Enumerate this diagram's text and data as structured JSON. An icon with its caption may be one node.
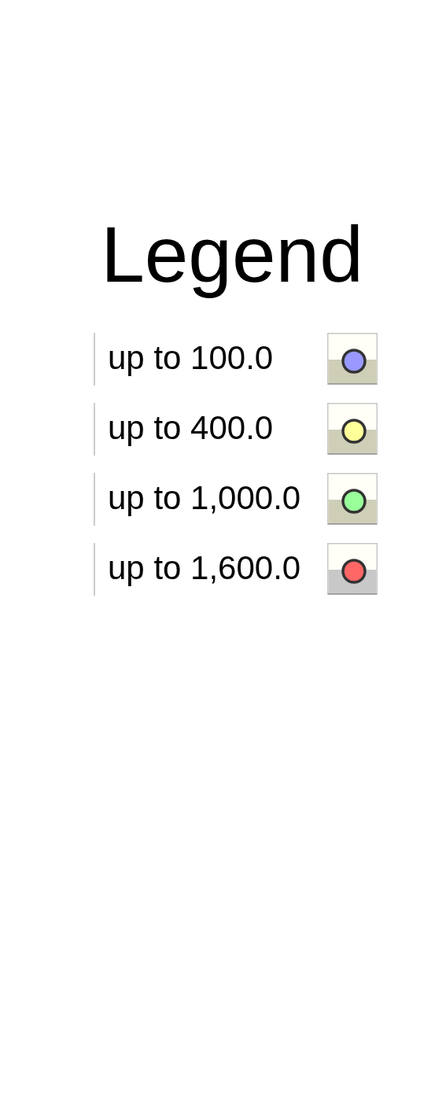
{
  "diagram": {
    "title": "Legend",
    "legend": [
      {
        "text": "up to 100.0",
        "color": "#9999ff"
      },
      {
        "text": "up to 400.0",
        "color": "#ffff99"
      },
      {
        "text": "up to 1,000.0",
        "color": "#99ff99"
      },
      {
        "text": "up to 1,600.0",
        "color": "#ff6666"
      }
    ]
  }
}
